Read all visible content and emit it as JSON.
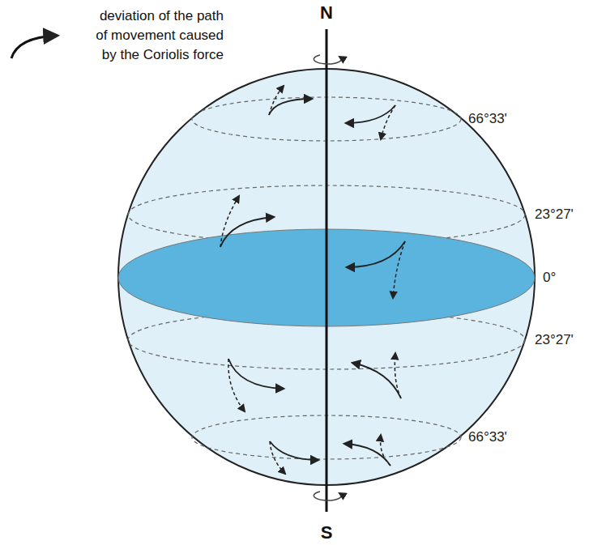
{
  "diagram": {
    "labels": [
      "N",
      "S",
      "66°33'",
      "23°27'",
      "0°",
      "23°27'",
      "66°33'"
    ],
    "legend": [
      {
        "text": "deviation of the path of movement caused by the Coriolis force"
      }
    ]
  }
}
